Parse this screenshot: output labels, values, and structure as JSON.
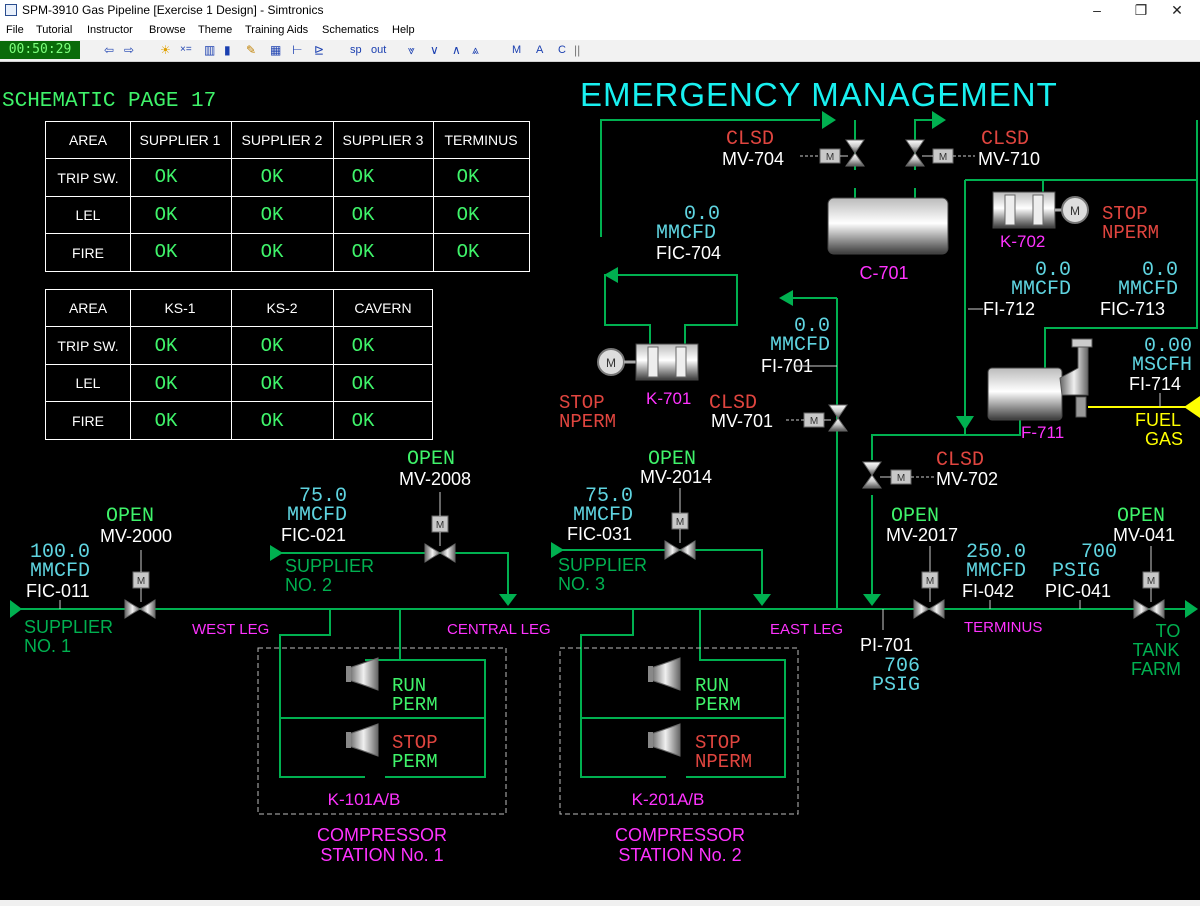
{
  "window": {
    "title": "SPM-3910 Gas Pipeline [Exercise 1 Design] - Simtronics",
    "minimize": "–",
    "restore": "❐",
    "close": "✕"
  },
  "menu": [
    "File",
    "Tutorial",
    "Instructor",
    "Browse",
    "Theme",
    "Training Aids",
    "Schematics",
    "Help"
  ],
  "toolbar": {
    "clock": "00:50:29",
    "sp": "sp",
    "out": "out",
    "m": "M",
    "a": "A",
    "c": "C"
  },
  "colors": {
    "status_ok": "#3ff36a",
    "valve_closed": "#e0453f",
    "instrument_value": "#5fd4e0",
    "pipe": "#00b050",
    "magenta_label": "#ff33ff",
    "title": "#19f0f0"
  },
  "page": {
    "schematic_page": "SCHEMATIC PAGE 17",
    "title": "EMERGENCY MANAGEMENT"
  },
  "table1": {
    "headers": [
      "AREA",
      "SUPPLIER 1",
      "SUPPLIER 2",
      "SUPPLIER 3",
      "TERMINUS"
    ],
    "rows": [
      {
        "area": "TRIP SW.",
        "values": [
          "OK",
          "OK",
          "OK",
          "OK"
        ]
      },
      {
        "area": "LEL",
        "values": [
          "OK",
          "OK",
          "OK",
          "OK"
        ]
      },
      {
        "area": "FIRE",
        "values": [
          "OK",
          "OK",
          "OK",
          "OK"
        ]
      }
    ]
  },
  "table2": {
    "headers": [
      "AREA",
      "KS-1",
      "KS-2",
      "CAVERN"
    ],
    "rows": [
      {
        "area": "TRIP SW.",
        "values": [
          "OK",
          "OK",
          "OK"
        ]
      },
      {
        "area": "LEL",
        "values": [
          "OK",
          "OK",
          "OK"
        ]
      },
      {
        "area": "FIRE",
        "values": [
          "OK",
          "OK",
          "OK"
        ]
      }
    ]
  },
  "valves": {
    "mv704": {
      "tag": "MV-704",
      "status": "CLSD"
    },
    "mv710": {
      "tag": "MV-710",
      "status": "CLSD"
    },
    "mv701": {
      "tag": "MV-701",
      "status": "CLSD"
    },
    "mv702": {
      "tag": "MV-702",
      "status": "CLSD"
    },
    "mv2000": {
      "tag": "MV-2000",
      "status": "OPEN"
    },
    "mv2008": {
      "tag": "MV-2008",
      "status": "OPEN"
    },
    "mv2014": {
      "tag": "MV-2014",
      "status": "OPEN"
    },
    "mv2017": {
      "tag": "MV-2017",
      "status": "OPEN"
    },
    "mv041": {
      "tag": "MV-041",
      "status": "OPEN"
    }
  },
  "instruments": {
    "fic704": {
      "tag": "FIC-704",
      "value": "0.0",
      "unit": "MMCFD"
    },
    "fi701": {
      "tag": "FI-701",
      "value": "0.0",
      "unit": "MMCFD"
    },
    "fi712": {
      "tag": "FI-712",
      "value": "0.0",
      "unit": "MMCFD"
    },
    "fic713": {
      "tag": "FIC-713",
      "value": "0.0",
      "unit": "MMCFD"
    },
    "fi714": {
      "tag": "FI-714",
      "value": "0.00",
      "unit": "MSCFH"
    },
    "fic011": {
      "tag": "FIC-011",
      "value": "100.0",
      "unit": "MMCFD"
    },
    "fic021": {
      "tag": "FIC-021",
      "value": "75.0",
      "unit": "MMCFD"
    },
    "fic031": {
      "tag": "FIC-031",
      "value": "75.0",
      "unit": "MMCFD"
    },
    "fi042": {
      "tag": "FI-042",
      "value": "250.0",
      "unit": "MMCFD"
    },
    "pic041": {
      "tag": "PIC-041",
      "value": "700",
      "unit": "PSIG"
    },
    "pi701": {
      "tag": "PI-701",
      "value": "706",
      "unit": "PSIG"
    }
  },
  "equipment": {
    "c701": "C-701",
    "k702": {
      "tag": "K-702",
      "status1": "STOP",
      "status2": "NPERM"
    },
    "k701": {
      "tag": "K-701",
      "status1": "STOP",
      "status2": "NPERM"
    },
    "f711": "F-711",
    "motor": "M"
  },
  "stations": {
    "k101": {
      "tag": "K-101A/B",
      "status_a1": "RUN",
      "status_a2": "PERM",
      "status_b1": "STOP",
      "status_b2": "PERM",
      "name1": "COMPRESSOR",
      "name2": "STATION No. 1"
    },
    "k201": {
      "tag": "K-201A/B",
      "status_a1": "RUN",
      "status_a2": "PERM",
      "status_b1": "STOP",
      "status_b2": "NPERM",
      "name1": "COMPRESSOR",
      "name2": "STATION No. 2"
    }
  },
  "labels": {
    "supplier1_a": "SUPPLIER",
    "supplier1_b": "NO. 1",
    "supplier2_a": "SUPPLIER",
    "supplier2_b": "NO. 2",
    "supplier3_a": "SUPPLIER",
    "supplier3_b": "NO. 3",
    "west_leg": "WEST LEG",
    "central_leg": "CENTRAL LEG",
    "east_leg": "EAST LEG",
    "terminus": "TERMINUS",
    "tank1": "TO",
    "tank2": "TANK",
    "tank3": "FARM",
    "fuel1": "FUEL",
    "fuel2": "GAS"
  }
}
